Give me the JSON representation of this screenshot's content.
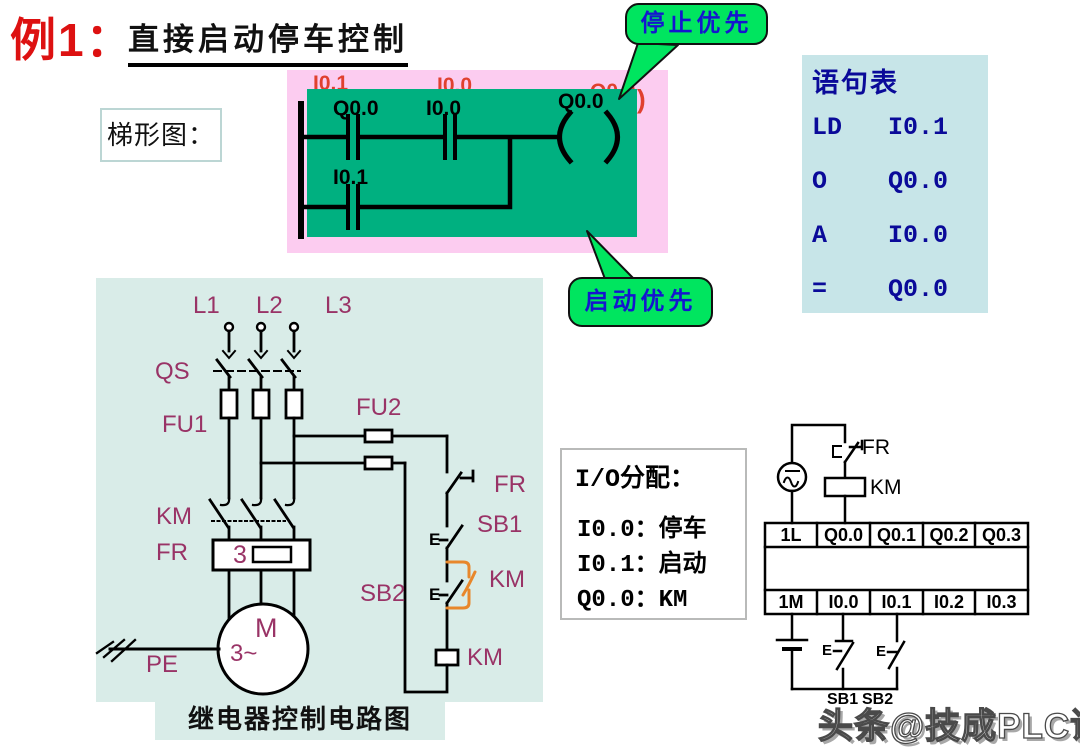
{
  "header": {
    "example_no": "例1：",
    "title": "直接启动停车控制"
  },
  "ladder": {
    "section_label": "梯形图：",
    "behind_labels": {
      "left": "I0.1",
      "middle": "I0.0",
      "right": "Q0.0",
      "paren": ")"
    },
    "contact1": "Q0.0",
    "contact2": "I0.0",
    "contact3": "I0.1",
    "coil": "Q0.0"
  },
  "callouts": {
    "stop_priority": "停止优先",
    "start_priority": "启动优先"
  },
  "statement_list": {
    "title": "语句表",
    "rows": [
      {
        "op": "LD",
        "operand": "I0.1"
      },
      {
        "op": "O",
        "operand": "Q0.0"
      },
      {
        "op": "A",
        "operand": "I0.0"
      },
      {
        "op": "=",
        "operand": "Q0.0"
      }
    ]
  },
  "relay_circuit": {
    "caption": "继电器控制电路图",
    "phase_labels": [
      "L1",
      "L2",
      "L3"
    ],
    "qs": "QS",
    "fu1": "FU1",
    "fu2": "FU2",
    "km_main": "KM",
    "fr_main": "FR",
    "fr_poles": "3",
    "motor_letter": "M",
    "motor_type": "3~",
    "pe": "PE",
    "fr_ctrl": "FR",
    "sb1": "SB1",
    "sb2": "SB2",
    "km_aux": "KM",
    "km_coil": "KM"
  },
  "io_assignment": {
    "title": "I/O分配：",
    "rows": [
      "I0.0：停车",
      "I0.1：启动",
      "Q0.0：KM"
    ]
  },
  "plc_wiring": {
    "fr": "FR",
    "km": "KM",
    "output_cells": [
      "1L",
      "Q0.0",
      "Q0.1",
      "Q0.2",
      "Q0.3"
    ],
    "input_cells": [
      "1M",
      "I0.0",
      "I0.1",
      "I0.2",
      "I0.3"
    ],
    "sb1": "SB1",
    "sb2": "SB2"
  },
  "watermark": "头条@技成PLC课堂",
  "colors": {
    "title_red": "#DD1111",
    "pink_box": "#FCCCF0",
    "green_box": "#00B080",
    "callout_green": "#00E55F",
    "callout_text": "#1515CF",
    "statement_bg": "#C7E5E8",
    "statement_text": "#0A0A99",
    "panel_bg": "#D9ECE8",
    "circuit_purple": "#993366",
    "km_aux_orange": "#E8872B",
    "red_ladder_label": "#E0402F"
  }
}
